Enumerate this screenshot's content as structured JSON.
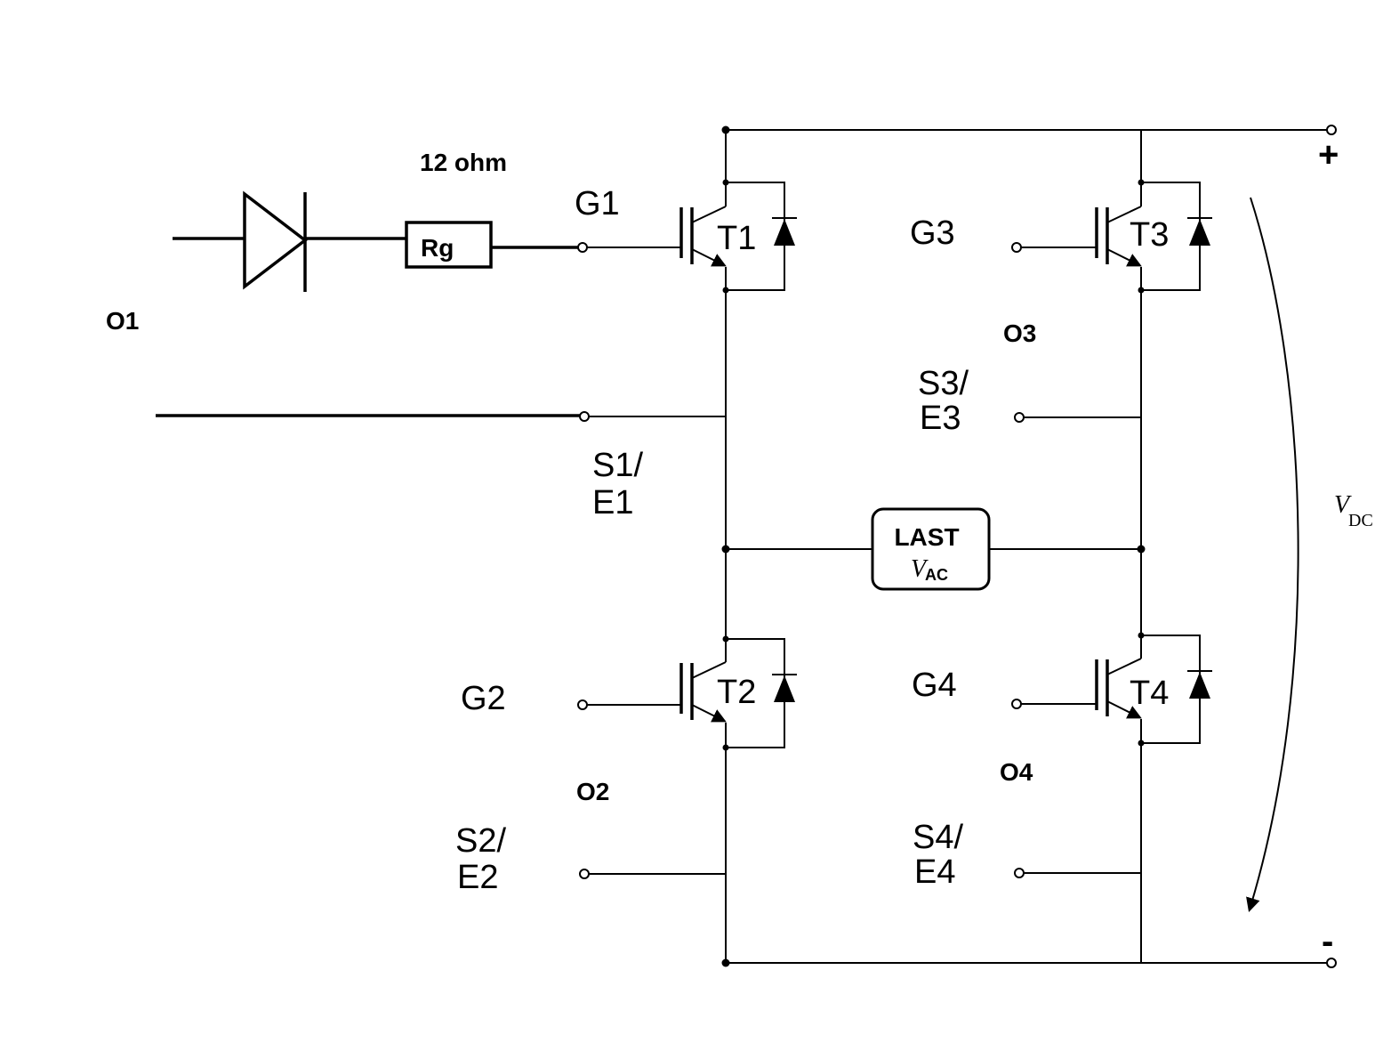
{
  "labels": {
    "resistor_value": "12 ohm",
    "resistor": "Rg",
    "o1": "O1",
    "o2": "O2",
    "o3": "O3",
    "o4": "O4",
    "g1": "G1",
    "g2": "G2",
    "g3": "G3",
    "g4": "G4",
    "t1": "T1",
    "t2": "T2",
    "t3": "T3",
    "t4": "T4",
    "s1": "S1/",
    "e1": "E1",
    "s2": "S2/",
    "e2": "E2",
    "s3": "S3/",
    "e3": "E3",
    "s4": "S4/",
    "e4": "E4",
    "load": "LAST",
    "vac_v": "V",
    "vac_sub": "AC",
    "vdc_v": "V",
    "vdc_sub": "DC",
    "plus": "+",
    "minus": "-"
  }
}
